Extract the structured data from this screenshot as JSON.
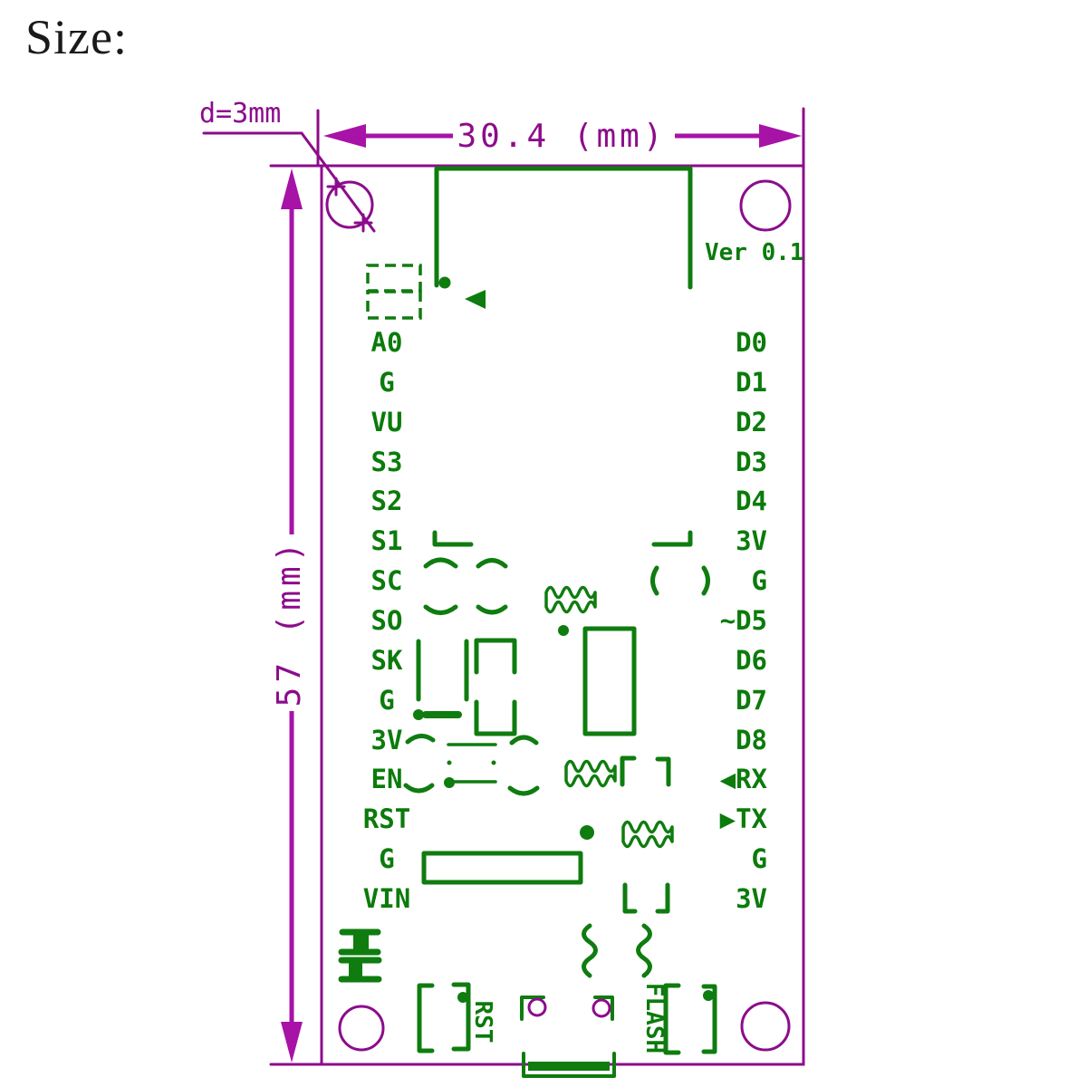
{
  "title": "Size:",
  "dimensions": {
    "hole": "d=3mm",
    "width": "30.4 (mm)",
    "height": "57 (mm)"
  },
  "board": {
    "version": "Ver 0.1",
    "left_pins": [
      "A0",
      "G",
      "VU",
      "S3",
      "S2",
      "S1",
      "SC",
      "SO",
      "SK",
      "G",
      "3V",
      "EN",
      "RST",
      "G",
      "VIN"
    ],
    "right_pins": [
      "D0",
      "D1",
      "D2",
      "D3",
      "D4",
      "3V",
      "G",
      "~D5",
      "D6",
      "D7",
      "D8",
      "◀RX",
      "▶TX",
      "G",
      "3V"
    ],
    "buttons": {
      "reset": "RST",
      "flash": "FLASH"
    }
  },
  "colors": {
    "dimension_purple": "#8C0C8C",
    "arrow_magenta": "#A712A7",
    "silkscreen_green": "#0F7C0F",
    "title_black": "#1A1A1A"
  }
}
